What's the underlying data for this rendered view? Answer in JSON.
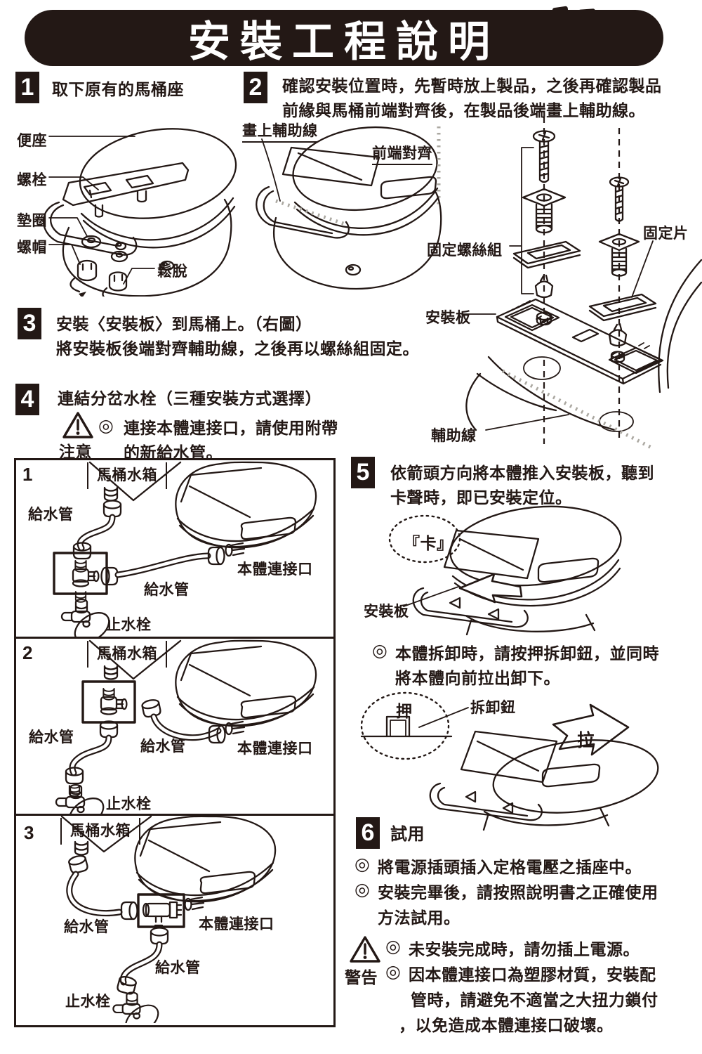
{
  "title": "安裝工程說明",
  "colors": {
    "ink": "#231815",
    "paper": "#ffffff",
    "gray_dots": "#aba8a1"
  },
  "steps": {
    "s1": {
      "num": "1",
      "text": "取下原有的馬桶座"
    },
    "s2": {
      "num": "2",
      "line1": "確認安裝位置時，先暫時放上製品，之後再確認製品",
      "line2": "前緣與馬桶前端對齊後，在製品後端畫上輔助線。"
    },
    "s3": {
      "num": "3",
      "line1": "安裝〈安裝板〉到馬桶上。（右圖）",
      "line2": "將安裝板後端對齊輔助線，之後再以螺絲組固定。"
    },
    "s4": {
      "num": "4",
      "title": "連結分岔水栓（三種安裝方式選擇）",
      "caution_label": "注意",
      "note_mark": "◎",
      "note_line1": "連接本體連接口，請使用附帶",
      "note_line2": "的新給水管。"
    },
    "s5": {
      "num": "5",
      "line1": "依箭頭方向將本體推入安裝板，聽到",
      "line2": "卡聲時，即已安裝定位。",
      "bubble": "『卡』",
      "plate_label": "安裝板",
      "remove_mark": "◎",
      "remove_line1": "本體拆卸時，請按押拆卸鈕，並同時",
      "remove_line2": "將本體向前拉出卸下。",
      "push_label": "押",
      "button_label": "拆卸鈕",
      "pull_label": "拉"
    },
    "s6": {
      "num": "6",
      "title": "試用",
      "mark": "◎",
      "note1": "將電源插頭插入定格電壓之插座中。",
      "note2a": "安裝完畢後，請按照說明書之正確使用",
      "note2b": "方法試用。",
      "warn_label": "警告",
      "warn1": "未安裝完成時，請勿插上電源。",
      "warn2a": "因本體連接口為塑膠材質，安裝配",
      "warn2b": "管時，請避免不適當之大扭力鎖付",
      "warn2c": "，以免造成本體連接口破壞。"
    }
  },
  "diagram1_labels": {
    "seat": "便座",
    "bolt": "螺栓",
    "washer": "墊圈",
    "nut": "螺帽",
    "loosen": "鬆脫"
  },
  "diagram2_labels": {
    "draw_line": "畫上輔助線",
    "front_align": "前端對齊"
  },
  "diagram3_labels": {
    "screw_set": "固定螺絲組",
    "fix_plate": "固定片",
    "mount_plate": "安裝板",
    "aux_line": "輔助線"
  },
  "option_boxes": [
    {
      "num": "1",
      "tank": "馬桶水箱",
      "supply": "給水管",
      "supply2": "給水管",
      "port": "本體連接口",
      "valve": "止水栓"
    },
    {
      "num": "2",
      "tank": "馬桶水箱",
      "supply": "給水管",
      "supply2": "給水管",
      "port": "本體連接口",
      "valve": "止水栓"
    },
    {
      "num": "3",
      "tank": "馬桶水箱",
      "supply": "給水管",
      "supply2": "給水管",
      "port": "本體連接口",
      "valve": "止水栓"
    }
  ]
}
